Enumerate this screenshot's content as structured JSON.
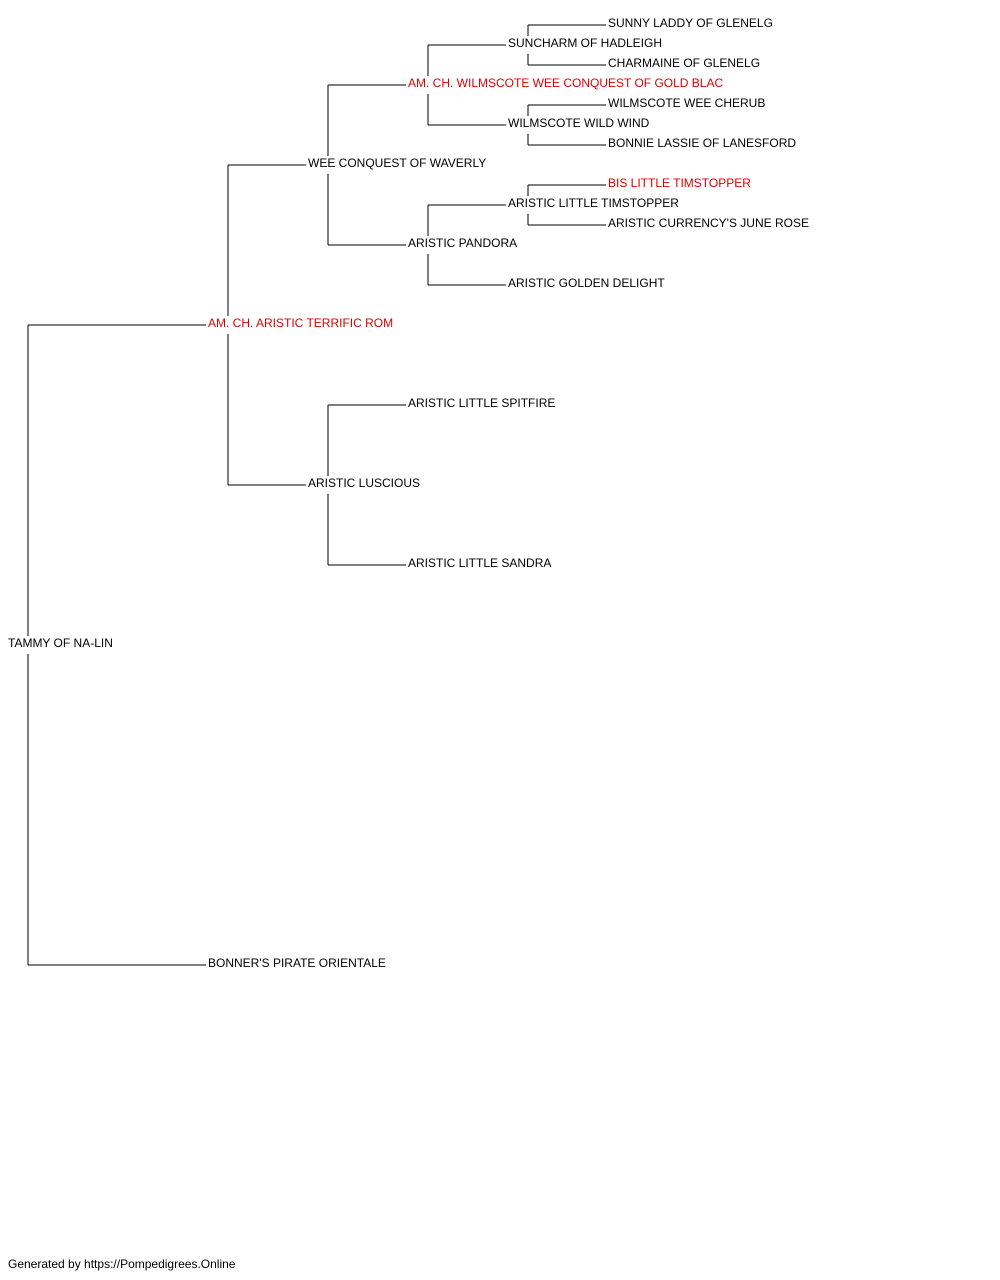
{
  "colors": {
    "normal": "#000000",
    "champion": "#e00000",
    "line": "#000000"
  },
  "pedigree": {
    "subject": "TAMMY OF NA-LIN",
    "sire": "AM. CH. ARISTIC TERRIFIC ROM",
    "dam": "BONNER'S PIRATE ORIENTALE",
    "sire_sire": "WEE CONQUEST OF WAVERLY",
    "sire_dam": "ARISTIC LUSCIOUS",
    "sire_sire_sire": "AM. CH. WILMSCOTE WEE CONQUEST OF GOLD BLAC",
    "sire_sire_dam": "ARISTIC PANDORA",
    "sire_dam_sire": "ARISTIC LITTLE SPITFIRE",
    "sire_dam_dam": "ARISTIC LITTLE SANDRA",
    "sss_sire": "SUNCHARM OF HADLEIGH",
    "sss_dam": "WILMSCOTE WILD WIND",
    "ssd_sire": "ARISTIC LITTLE TIMSTOPPER",
    "ssd_dam": "ARISTIC GOLDEN DELIGHT",
    "sss_sire_sire": "SUNNY LADDY OF GLENELG",
    "sss_sire_dam": "CHARMAINE OF GLENELG",
    "sss_dam_sire": "WILMSCOTE WEE CHERUB",
    "sss_dam_dam": "BONNIE LASSIE OF LANESFORD",
    "ssd_sire_sire": "BIS LITTLE TIMSTOPPER",
    "ssd_sire_dam": "ARISTIC CURRENCY'S JUNE ROSE"
  },
  "highlighted": [
    "sire",
    "sire_sire_sire",
    "ssd_sire_sire"
  ],
  "footer": "Generated by https://Pompedigrees.Online"
}
